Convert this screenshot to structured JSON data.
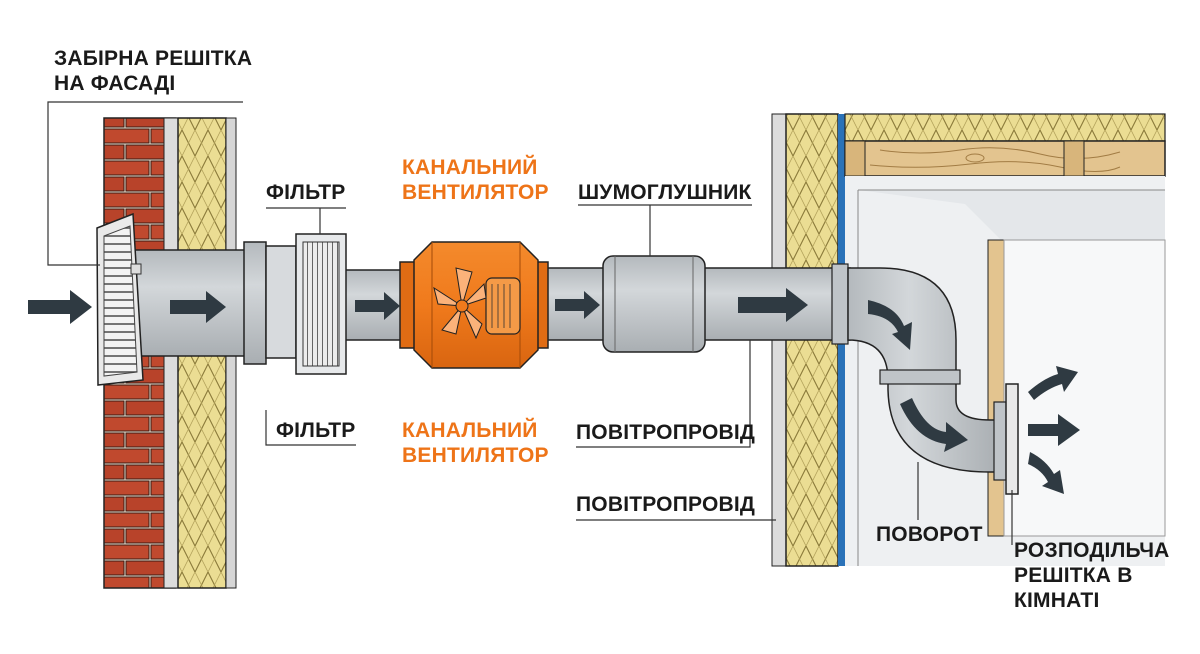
{
  "labels": {
    "intake_grille": {
      "line1": "ЗАБІРНА РЕШІТКА",
      "line2": "НА ФАСАДІ"
    },
    "filter_top": "ФІЛЬТР",
    "filter_bottom": "ФІЛЬТР",
    "fan_top": {
      "line1": "КАНАЛЬНИЙ",
      "line2": "ВЕНТИЛЯТОР"
    },
    "fan_bottom": {
      "line1": "КАНАЛЬНИЙ",
      "line2": "ВЕНТИЛЯТОР"
    },
    "silencer": "ШУМОГЛУШНИК",
    "duct_1": "ПОВІТРОПРОВІД",
    "duct_2": "ПОВІТРОПРОВІД",
    "bend": "ПОВОРОТ",
    "room_grille": {
      "line1": "РОЗПОДІЛЬЧА",
      "line2": "РЕШІТКА В",
      "line3": "КІМНАТІ"
    }
  },
  "colors": {
    "brick": "#c0492e",
    "insulation": "#e8d98e",
    "duct": "#c3c8cc",
    "fan": "#f07a1c",
    "accent_text": "#ee7418",
    "arrow": "#2f3a42",
    "timber": "#e3c48f",
    "vapour_barrier": "#2a72b8"
  },
  "icons": [
    "airflow-arrow-icon"
  ]
}
